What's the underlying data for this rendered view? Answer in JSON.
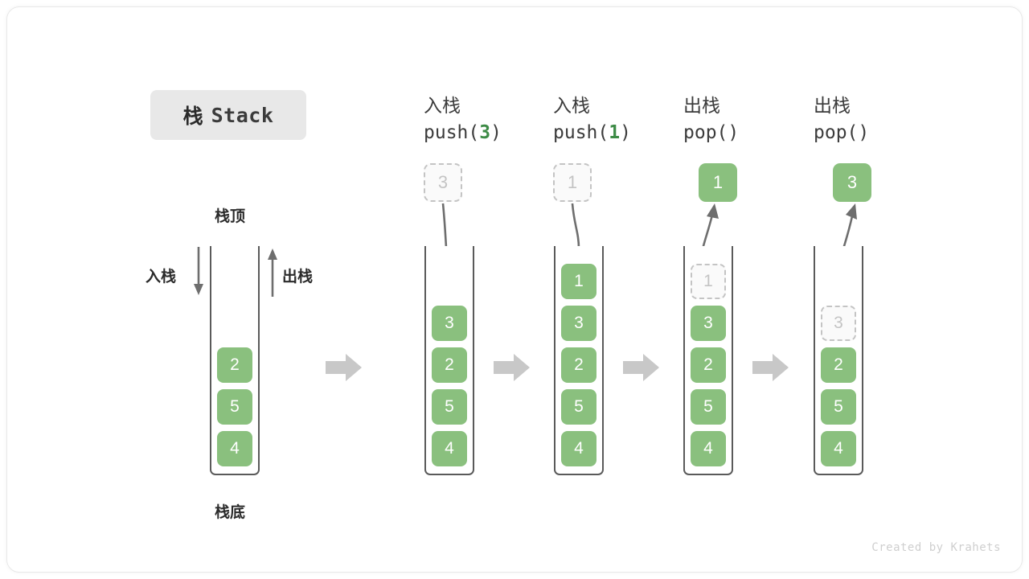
{
  "title": {
    "cn": "栈",
    "en": "Stack"
  },
  "colors": {
    "cell_green": "#8ac07e",
    "arg_green": "#3d8b46",
    "ghost_gray": "#c4c4c4",
    "arrow_gray": "#6e6e6e",
    "block_arrow": "#c8c8c8",
    "badge_bg": "#e8e8e8",
    "container_line": "#5a5a5a"
  },
  "left_panel": {
    "top_label": "栈顶",
    "bottom_label": "栈底",
    "push_label": "入栈",
    "pop_label": "出栈",
    "stack_cells": [
      "2",
      "5",
      "4"
    ]
  },
  "steps": [
    {
      "op_cn": "入栈",
      "op_code_prefix": "push(",
      "op_code_arg": "3",
      "op_code_suffix": ")",
      "detached_cell": {
        "value": "3",
        "state": "ghost"
      },
      "arrow_direction": "down",
      "stack_cells": [
        {
          "value": "",
          "state": "empty"
        },
        {
          "value": "3",
          "state": "filled"
        },
        {
          "value": "2",
          "state": "filled"
        },
        {
          "value": "5",
          "state": "filled"
        },
        {
          "value": "4",
          "state": "filled"
        }
      ]
    },
    {
      "op_cn": "入栈",
      "op_code_prefix": "push(",
      "op_code_arg": "1",
      "op_code_suffix": ")",
      "detached_cell": {
        "value": "1",
        "state": "ghost"
      },
      "arrow_direction": "down",
      "stack_cells": [
        {
          "value": "1",
          "state": "filled"
        },
        {
          "value": "3",
          "state": "filled"
        },
        {
          "value": "2",
          "state": "filled"
        },
        {
          "value": "5",
          "state": "filled"
        },
        {
          "value": "4",
          "state": "filled"
        }
      ]
    },
    {
      "op_cn": "出栈",
      "op_code_prefix": "pop(",
      "op_code_arg": "",
      "op_code_suffix": ")",
      "detached_cell": {
        "value": "1",
        "state": "filled"
      },
      "arrow_direction": "up",
      "stack_cells": [
        {
          "value": "1",
          "state": "ghost"
        },
        {
          "value": "3",
          "state": "filled"
        },
        {
          "value": "2",
          "state": "filled"
        },
        {
          "value": "5",
          "state": "filled"
        },
        {
          "value": "4",
          "state": "filled"
        }
      ]
    },
    {
      "op_cn": "出栈",
      "op_code_prefix": "pop(",
      "op_code_arg": "",
      "op_code_suffix": ")",
      "detached_cell": {
        "value": "3",
        "state": "filled"
      },
      "arrow_direction": "up",
      "stack_cells": [
        {
          "value": "",
          "state": "empty"
        },
        {
          "value": "3",
          "state": "ghost"
        },
        {
          "value": "2",
          "state": "filled"
        },
        {
          "value": "5",
          "state": "filled"
        },
        {
          "value": "4",
          "state": "filled"
        }
      ]
    }
  ],
  "credit": "Created by Krahets"
}
